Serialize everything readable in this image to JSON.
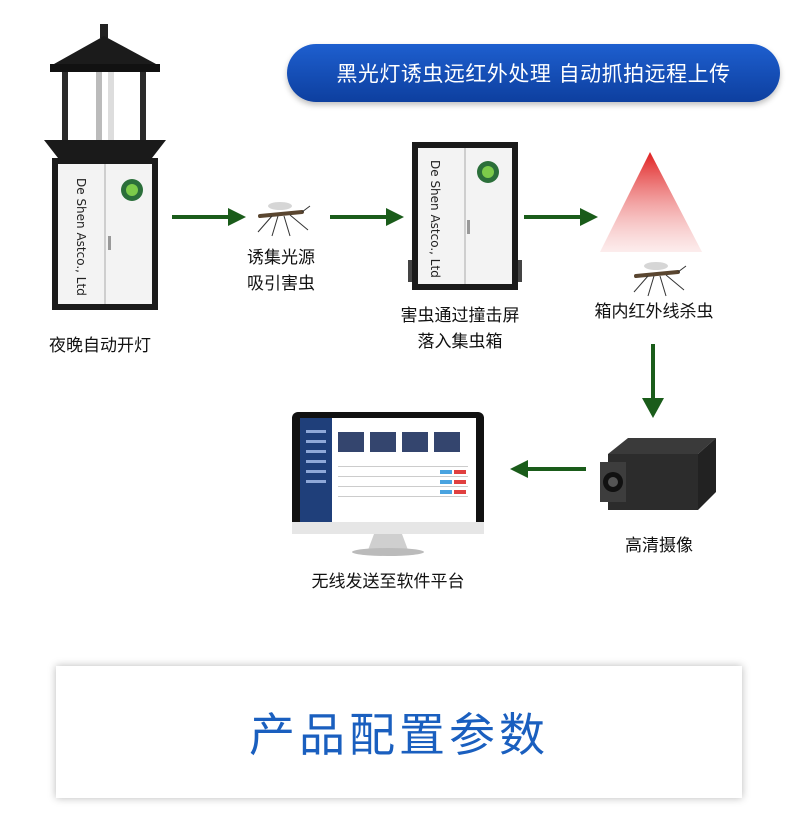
{
  "banner": {
    "text": "黑光灯诱虫远红外处理 自动抓拍远程上传"
  },
  "steps": {
    "night_light": "夜晚自动开灯",
    "attract_line1": "诱集光源",
    "attract_line2": "吸引害虫",
    "collide_line1": "害虫通过撞击屏",
    "collide_line2": "落入集虫箱",
    "infrared_kill": "箱内红外线杀虫",
    "hd_camera": "高清摄像",
    "wireless_upload": "无线发送至软件平台"
  },
  "cabinet": {
    "brand_text": "De Shen Astco., Ltd"
  },
  "params_box": {
    "title": "产品配置参数"
  },
  "colors": {
    "arrow": "#1a5c1a",
    "banner": "#0d3f9f",
    "title": "#1a5fbf",
    "laser": "#e02020"
  },
  "icons": [
    "lamp-trap-device",
    "mosquito-icon",
    "collector-cabinet",
    "infrared-cone",
    "mosquito-icon",
    "hd-camera",
    "monitor"
  ]
}
